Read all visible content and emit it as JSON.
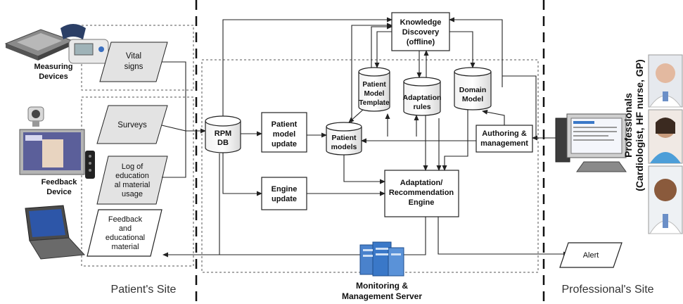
{
  "sites": {
    "patient": "Patient's Site",
    "server_line1": "Monitoring &",
    "server_line2": "Management Server",
    "professional": "Professional's Site"
  },
  "devices": {
    "measuring_line1": "Measuring",
    "measuring_line2": "Devices",
    "feedback_line1": "Feedback",
    "feedback_line2": "Device"
  },
  "inputs": {
    "vital_line1": "Vital",
    "vital_line2": "signs",
    "surveys": "Surveys",
    "log_line1": "Log of",
    "log_line2": "education",
    "log_line3": "al material",
    "log_line4": "usage",
    "feedback_line1": "Feedback",
    "feedback_line2": "and",
    "feedback_line3": "educational",
    "feedback_line4": "material"
  },
  "server": {
    "rpm_line1": "RPM",
    "rpm_line2": "DB",
    "pmu_line1": "Patient",
    "pmu_line2": "model",
    "pmu_line3": "update",
    "engine_update_line1": "Engine",
    "engine_update_line2": "update",
    "patient_models_line1": "Patient",
    "patient_models_line2": "models",
    "template_line1": "Patient",
    "template_line2": "Model",
    "template_line3": "Template",
    "adaptation_line1": "Adaptation",
    "adaptation_line2": "rules",
    "domain_line1": "Domain",
    "domain_line2": "Model",
    "kd_line1": "Knowledge",
    "kd_line2": "Discovery",
    "kd_line3": "(offline)",
    "authoring_line1": "Authoring &",
    "authoring_line2": "management",
    "engine_line1": "Adaptation/",
    "engine_line2": "Recommendation",
    "engine_line3": "Engine"
  },
  "professional": {
    "alert": "Alert",
    "label_line1": "Professionals",
    "label_line2": "(Cardiologist, HF nurse, GP)"
  },
  "colors": {
    "parallelogram_fill": "#e3e3e3",
    "server_icon": "#3a78c8"
  }
}
